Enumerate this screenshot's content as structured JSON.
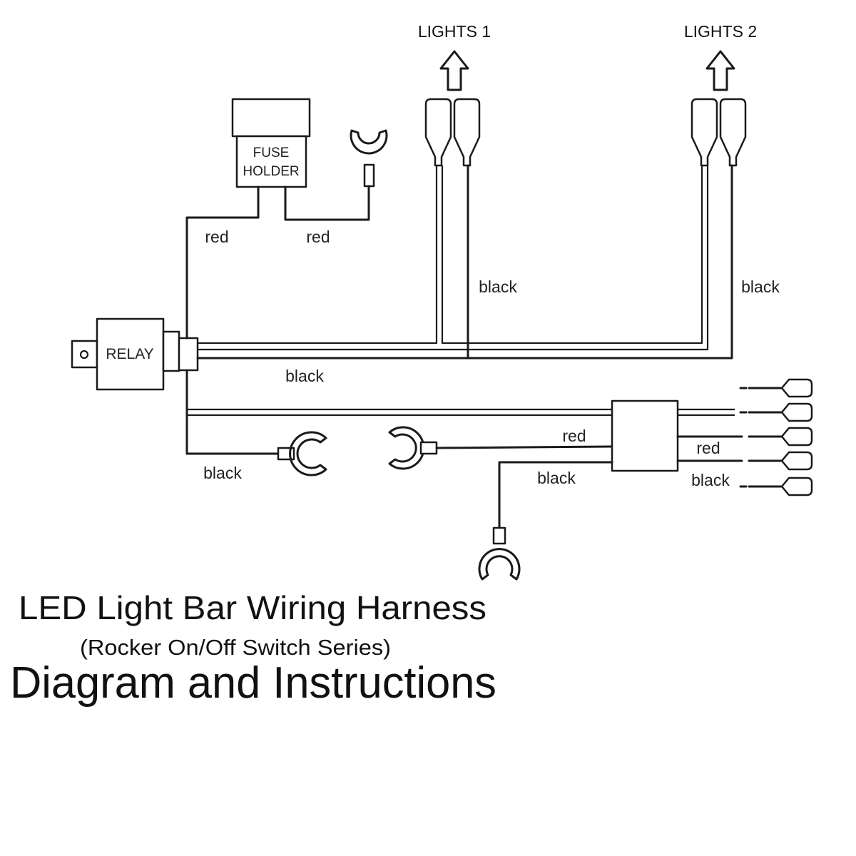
{
  "colors": {
    "ink": "#1a1a1a",
    "background": "#ffffff"
  },
  "components": {
    "lights_1": "LIGHTS 1",
    "lights_2": "LIGHTS 2",
    "fuse_holder_line1": "FUSE",
    "fuse_holder_line2": "HOLDER",
    "relay": "RELAY"
  },
  "wire_labels": {
    "relay_to_fuse": "red",
    "fuse_to_terminal": "red",
    "lights_1_wire": "black",
    "lights_2_wire": "black",
    "relay_to_lights": "black",
    "relay_ground": "black",
    "switch_power": "red",
    "switch_output_red": "red",
    "switch_ground": "black",
    "switch_output_black": "black"
  },
  "title": {
    "line1": "LED Light Bar Wiring Harness",
    "line2": "(Rocker On/Off Switch Series)",
    "line3": "Diagram and Instructions"
  }
}
